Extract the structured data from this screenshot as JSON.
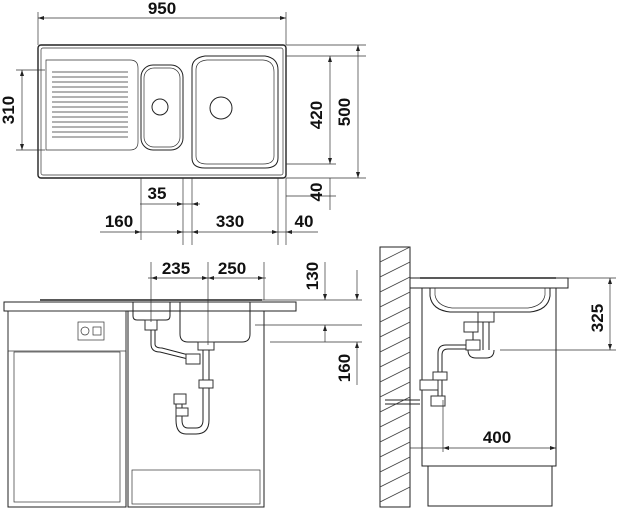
{
  "top_view": {
    "width": "950",
    "left_depth": "310",
    "bowl_depth": "420",
    "total_depth": "500",
    "back_margin": "40",
    "small_bowl": "35",
    "drainer_offset": "160",
    "main_bowl": "330",
    "right_margin": "40"
  },
  "front_view": {
    "small_bowl_width": "235",
    "main_bowl_width": "250",
    "bowl_depth": "130",
    "siphon_drop": "160"
  },
  "side_view": {
    "height_to_outlet": "325",
    "wall_distance": "400"
  }
}
